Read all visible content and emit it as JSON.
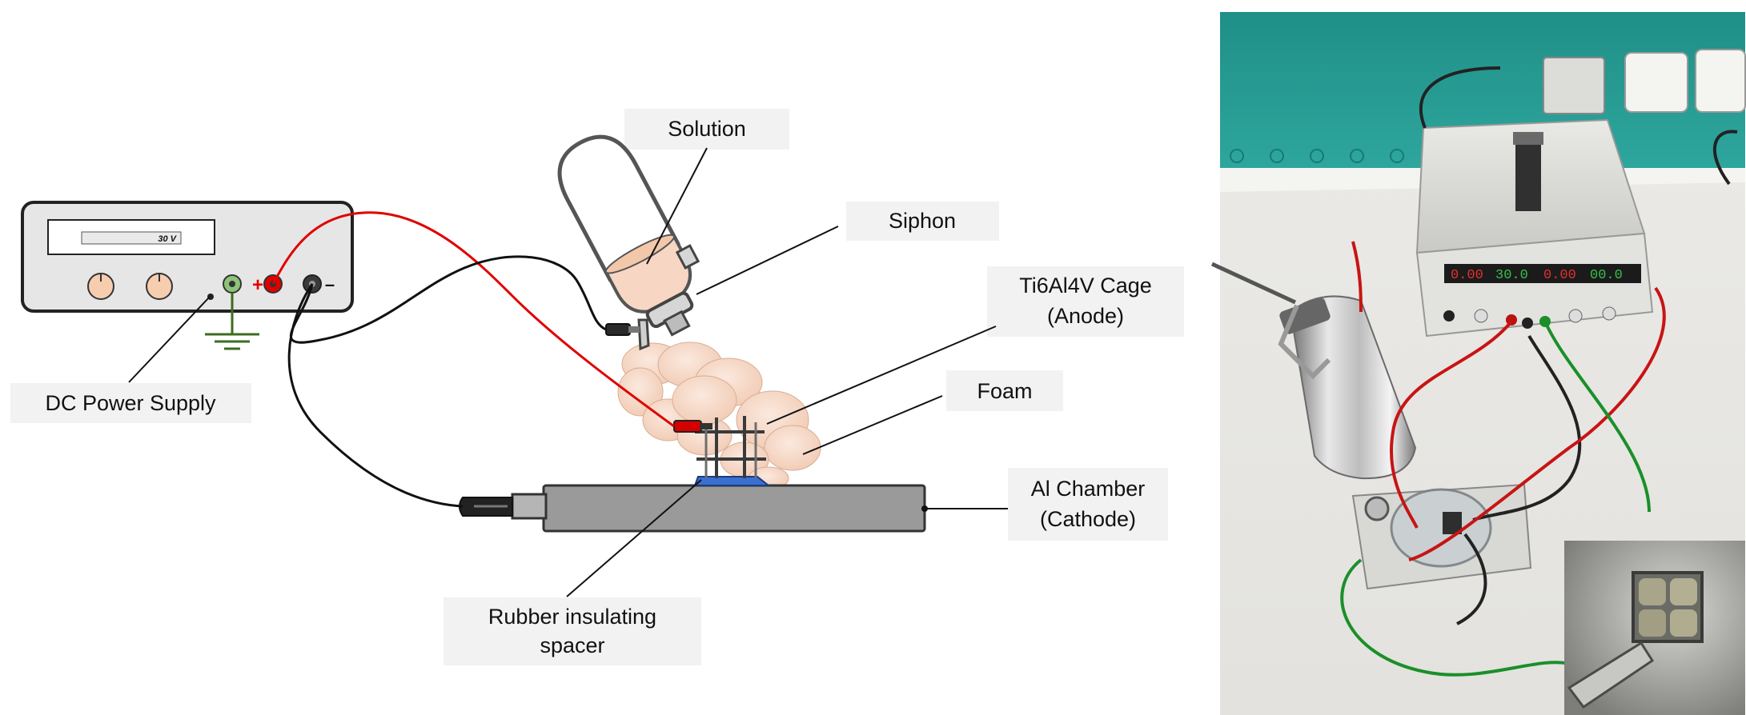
{
  "labels": {
    "solution": "Solution",
    "siphon": "Siphon",
    "cage_line1": "Ti6Al4V Cage",
    "cage_line2": "(Anode)",
    "foam": "Foam",
    "power_supply": "DC Power Supply",
    "chamber_line1": "Al Chamber",
    "chamber_line2": "(Cathode)",
    "spacer_line1": "Rubber insulating",
    "spacer_line2": "spacer"
  },
  "power_supply": {
    "display_value": "30 V",
    "positive_sign": "+",
    "negative_sign": "–"
  },
  "colors": {
    "positive_wire": "#e00000",
    "negative_wire": "#111111",
    "label_box": "#f2f2f2",
    "foam": "#f6dccb",
    "chamber": "#9a9a9a",
    "spacer": "#3a6fd0",
    "knob": "#f7cdb0",
    "ground_terminal": "#8ec27a"
  },
  "photo": {
    "power_supply_readouts": [
      "0.00",
      "30.0",
      "0.00",
      "00.0"
    ]
  }
}
